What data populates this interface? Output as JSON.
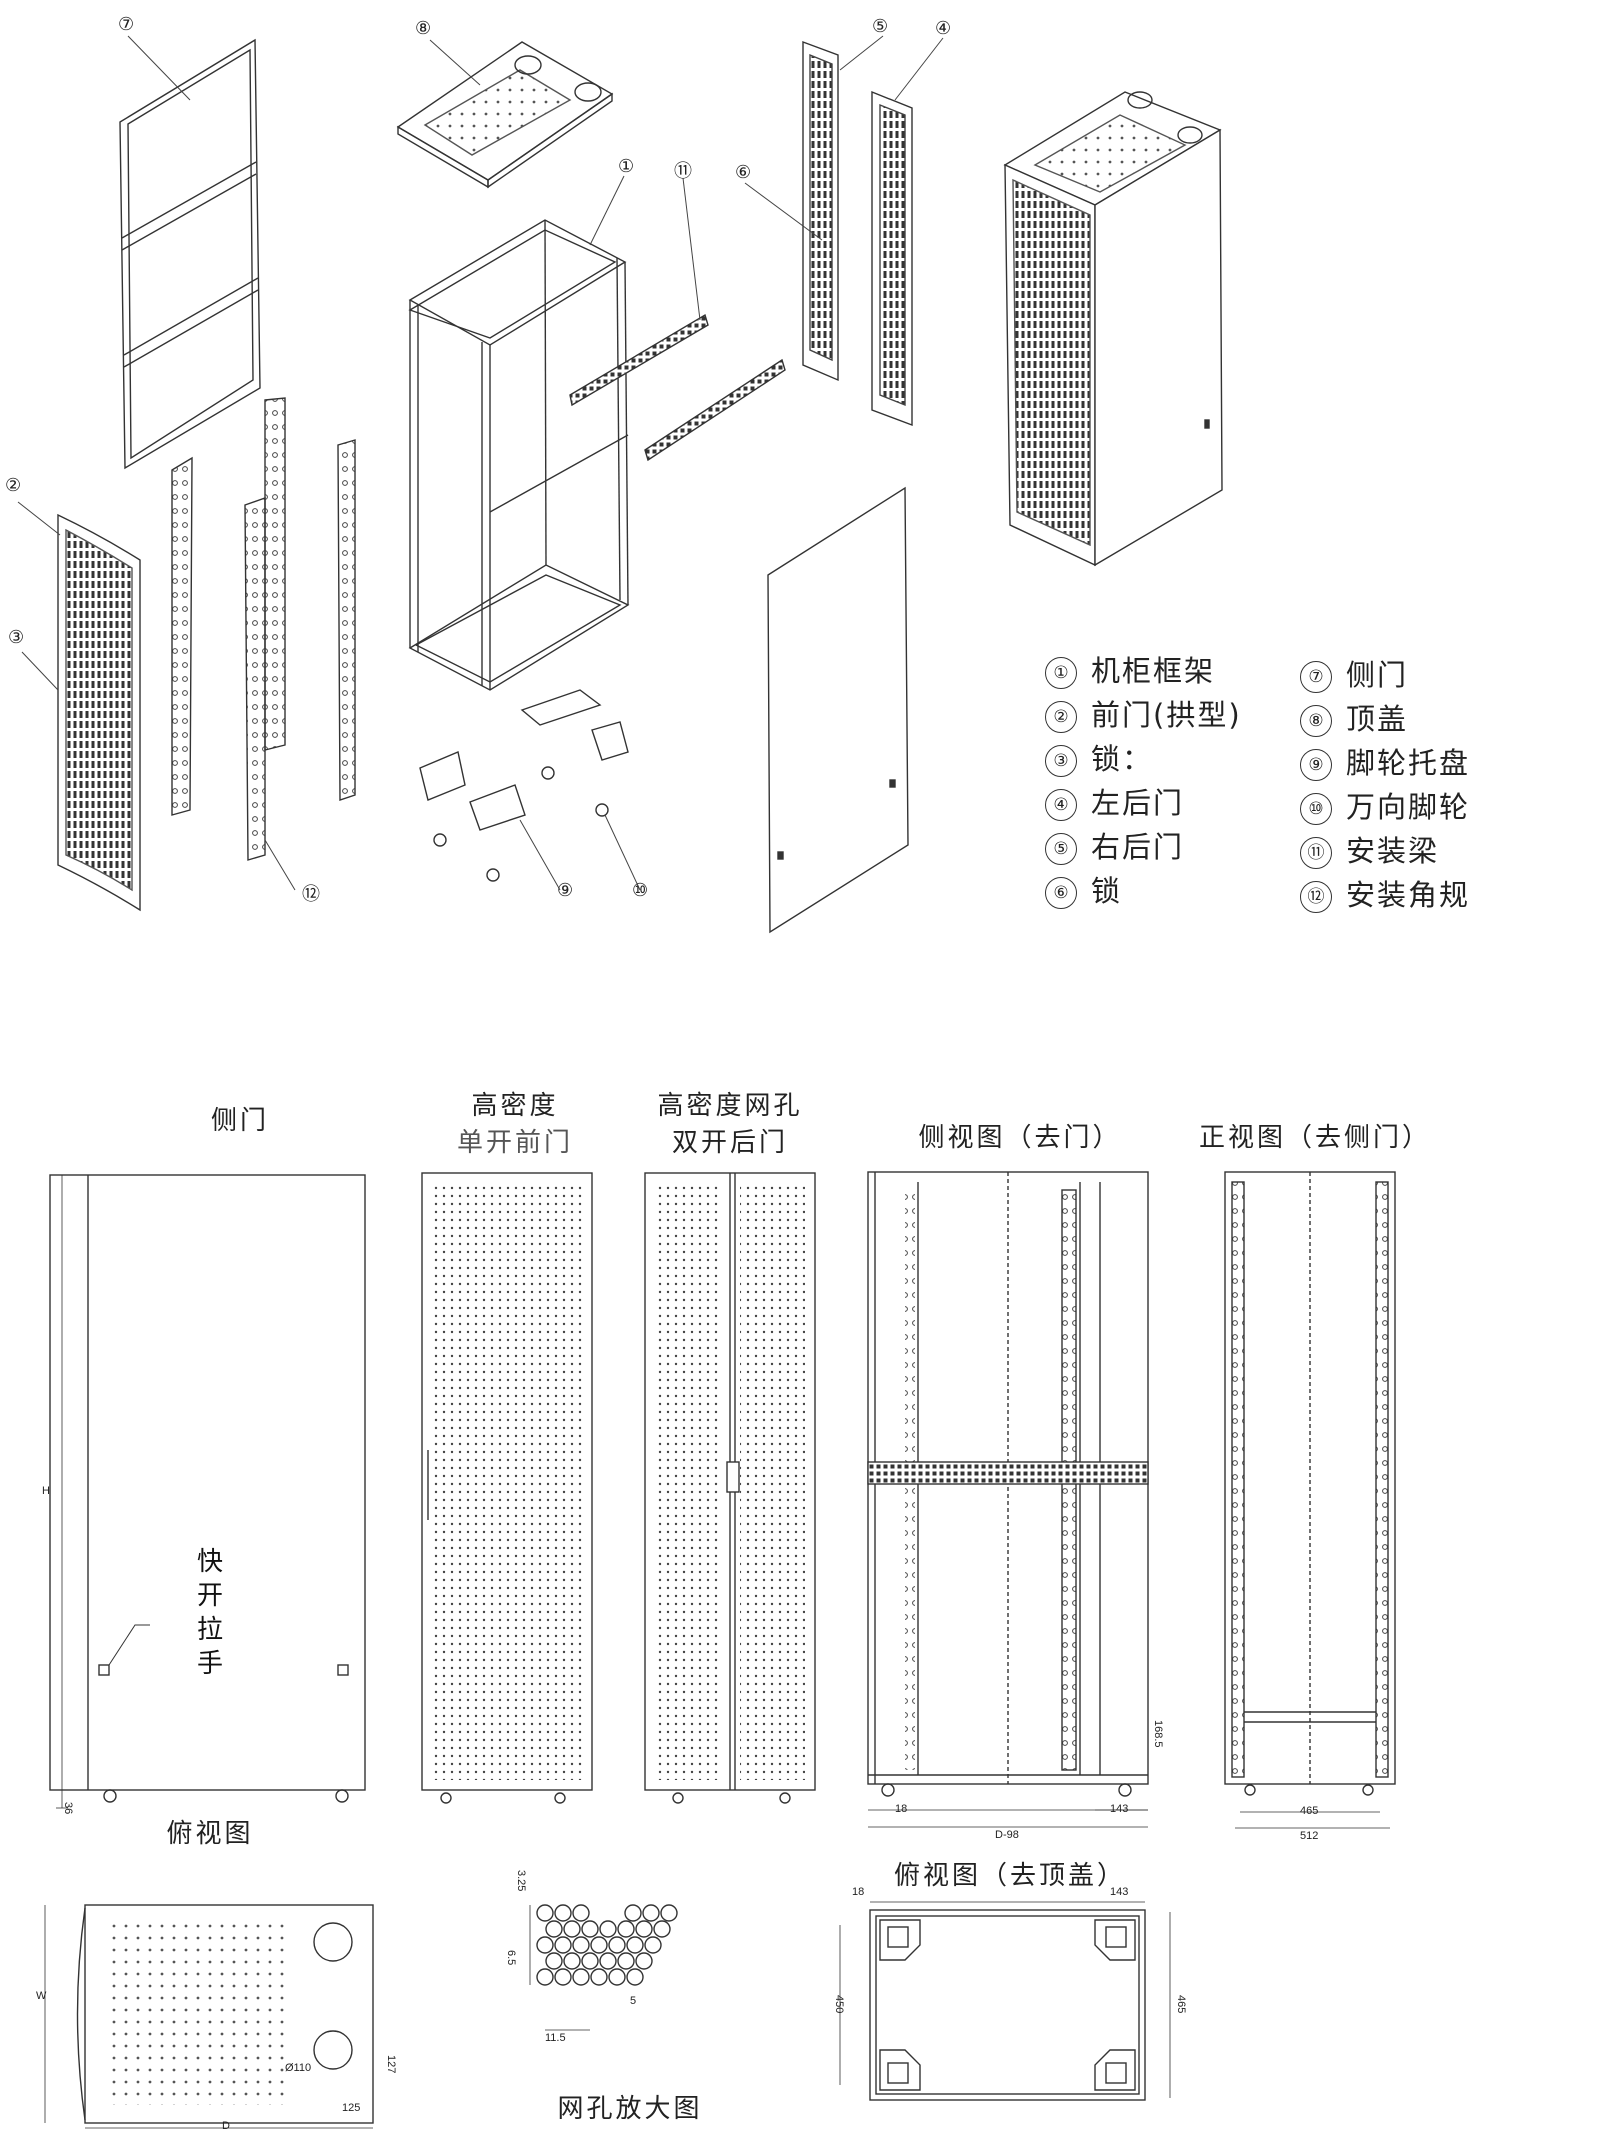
{
  "callouts": [
    "①",
    "②",
    "③",
    "④",
    "⑤",
    "⑥",
    "⑦",
    "⑧",
    "⑨",
    "⑩",
    "⑪",
    "⑫"
  ],
  "legend": [
    {
      "num": "①",
      "label": "机柜框架"
    },
    {
      "num": "②",
      "label": "前门(拱型)"
    },
    {
      "num": "③",
      "label": "锁："
    },
    {
      "num": "④",
      "label": "左后门"
    },
    {
      "num": "⑤",
      "label": "右后门"
    },
    {
      "num": "⑥",
      "label": "锁"
    },
    {
      "num": "⑦",
      "label": "侧门"
    },
    {
      "num": "⑧",
      "label": "顶盖"
    },
    {
      "num": "⑨",
      "label": "脚轮托盘"
    },
    {
      "num": "⑩",
      "label": "万向脚轮"
    },
    {
      "num": "⑪",
      "label": "安装梁"
    },
    {
      "num": "⑫",
      "label": "安装角规"
    }
  ],
  "views": {
    "side_door": "侧门",
    "front_door_1": "高密度",
    "front_door_2": "单开前门",
    "rear_door_1": "高密度网孔",
    "rear_door_2": "双开后门",
    "side_view": "侧视图（去门）",
    "front_view": "正视图（去侧门）",
    "top_view": "俯视图",
    "top_view_nocover": "俯视图（去顶盖）",
    "mesh_detail": "网孔放大图",
    "handle_label": "快开拉手"
  },
  "dimensions": {
    "h": "H",
    "h36": "36",
    "d18": "18",
    "d98": "D-98",
    "d143": "143",
    "d168": "168.5",
    "f465": "465",
    "f512": "512",
    "w": "W",
    "d": "D",
    "dia110": "Ø110",
    "d127": "127",
    "d125": "125",
    "m325": "3.25",
    "m65": "6.5",
    "m115": "11.5",
    "m5": "5",
    "t18": "18",
    "t143": "143",
    "t450": "450",
    "t465": "465"
  }
}
